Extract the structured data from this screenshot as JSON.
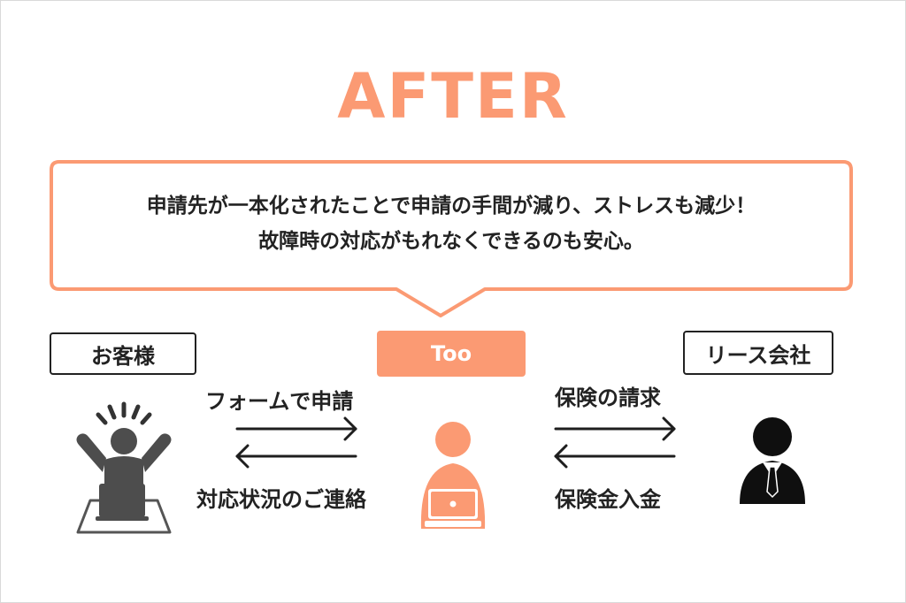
{
  "colors": {
    "accent": "#fb9a73",
    "dark": "#1e1e1e",
    "border": "#d9d9d9"
  },
  "title": "AFTER",
  "message": {
    "line1": "申請先が一本化されたことで申請の手間が減り、ストレスも減少！",
    "line2": "故障時の対応がもれなくできるのも安心。"
  },
  "actors": {
    "customer": {
      "label": "お客様",
      "icon": "cheering-person-at-laptop-icon"
    },
    "too": {
      "label": "Too",
      "icon": "person-with-laptop-icon"
    },
    "leasing": {
      "label": "リース会社",
      "icon": "businessman-icon"
    }
  },
  "flows": {
    "left_top": "フォームで申請",
    "left_bottom": "対応状況のご連絡",
    "right_top": "保険の請求",
    "right_bottom": "保険金入金"
  }
}
